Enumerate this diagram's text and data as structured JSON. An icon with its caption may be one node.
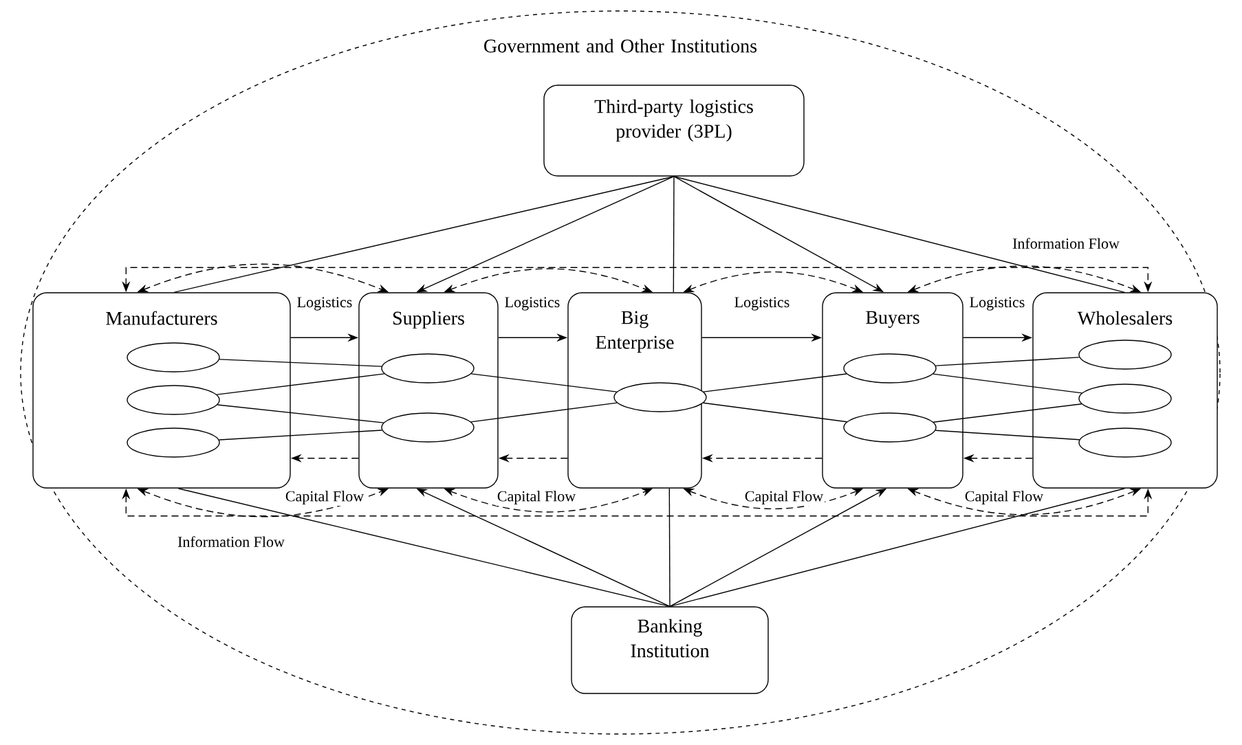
{
  "diagram": {
    "nodes": [
      {
        "text": [
          "Government and Other Institutions"
        ]
      },
      {
        "text": [
          "Third-party logistics provider (3PL)"
        ],
        "in": 0
      },
      {
        "text": [
          "Manufacturers"
        ],
        "in": 0
      },
      {
        "text": [
          "Suppliers"
        ],
        "in": 0
      },
      {
        "text": [
          "Big Enterprise"
        ],
        "in": 0
      },
      {
        "text": [
          "Buyers"
        ],
        "in": 0
      },
      {
        "text": [
          "Wholesalers"
        ],
        "in": 0
      },
      {
        "text": [
          "Banking Institution"
        ],
        "in": 0
      },
      {
        "text": [],
        "shape": "ellipse",
        "in": 2
      },
      {
        "text": [],
        "shape": "ellipse",
        "in": 2
      },
      {
        "text": [],
        "shape": "ellipse",
        "in": 2
      },
      {
        "text": [],
        "shape": "ellipse",
        "in": 3
      },
      {
        "text": [],
        "shape": "ellipse",
        "in": 3
      },
      {
        "text": [],
        "shape": "ellipse",
        "in": 4
      },
      {
        "text": [],
        "shape": "ellipse",
        "in": 5
      },
      {
        "text": [],
        "shape": "ellipse",
        "in": 5
      },
      {
        "text": [],
        "shape": "ellipse",
        "in": 6
      },
      {
        "text": [],
        "shape": "ellipse",
        "in": 6
      },
      {
        "text": [],
        "shape": "ellipse",
        "in": 6
      }
    ],
    "edges": [
      {
        "from": 2,
        "to": 3,
        "arrow": "to",
        "label": "Logistics"
      },
      {
        "from": 3,
        "to": 4,
        "arrow": "to",
        "label": "Logistics"
      },
      {
        "from": 4,
        "to": 5,
        "arrow": "to",
        "label": "Logistics"
      },
      {
        "from": 5,
        "to": 6,
        "arrow": "to",
        "label": "Logistics"
      },
      {
        "from": 3,
        "to": 2,
        "arrow": "to",
        "style": "dashed"
      },
      {
        "from": 4,
        "to": 3,
        "arrow": "to",
        "style": "dashed"
      },
      {
        "from": 5,
        "to": 4,
        "arrow": "to",
        "style": "dashed"
      },
      {
        "from": 6,
        "to": 5,
        "arrow": "to",
        "style": "dashed"
      },
      {
        "from": 2,
        "to": 6,
        "arrow": "both",
        "style": "dashed",
        "label": "Information Flow"
      },
      {
        "from": 2,
        "to": 6,
        "arrow": "both",
        "style": "dashed",
        "label": "Information Flow"
      },
      {
        "from": 2,
        "to": 3,
        "arrow": "both",
        "style": "dashed"
      },
      {
        "from": 3,
        "to": 4,
        "arrow": "both",
        "style": "dashed"
      },
      {
        "from": 4,
        "to": 5,
        "arrow": "both",
        "style": "dashed"
      },
      {
        "from": 5,
        "to": 6,
        "arrow": "both",
        "style": "dashed"
      },
      {
        "from": 2,
        "to": 3,
        "arrow": "both",
        "style": "dashed",
        "label": "Capital Flow"
      },
      {
        "from": 3,
        "to": 4,
        "arrow": "both",
        "style": "dashed",
        "label": "Capital Flow"
      },
      {
        "from": 4,
        "to": 5,
        "arrow": "both",
        "style": "dashed",
        "label": "Capital Flow"
      },
      {
        "from": 5,
        "to": 6,
        "arrow": "both",
        "style": "dashed",
        "label": "Capital Flow"
      },
      {
        "from": 1,
        "to": 2,
        "arrow": "none"
      },
      {
        "from": 1,
        "to": 3,
        "arrow": "to"
      },
      {
        "from": 1,
        "to": 4,
        "arrow": "none"
      },
      {
        "from": 1,
        "to": 5,
        "arrow": "to"
      },
      {
        "from": 1,
        "to": 6,
        "arrow": "none"
      },
      {
        "from": 7,
        "to": 2,
        "arrow": "none"
      },
      {
        "from": 7,
        "to": 3,
        "arrow": "to"
      },
      {
        "from": 7,
        "to": 4,
        "arrow": "none"
      },
      {
        "from": 7,
        "to": 5,
        "arrow": "to"
      },
      {
        "from": 7,
        "to": 6,
        "arrow": "none"
      },
      {
        "from": 8,
        "to": 11,
        "arrow": "none"
      },
      {
        "from": 9,
        "to": 11,
        "arrow": "none"
      },
      {
        "from": 9,
        "to": 12,
        "arrow": "none"
      },
      {
        "from": 10,
        "to": 12,
        "arrow": "none"
      },
      {
        "from": 11,
        "to": 13,
        "arrow": "none"
      },
      {
        "from": 12,
        "to": 13,
        "arrow": "none"
      },
      {
        "from": 13,
        "to": 14,
        "arrow": "none"
      },
      {
        "from": 13,
        "to": 15,
        "arrow": "none"
      },
      {
        "from": 14,
        "to": 16,
        "arrow": "none"
      },
      {
        "from": 14,
        "to": 17,
        "arrow": "none"
      },
      {
        "from": 15,
        "to": 17,
        "arrow": "none"
      },
      {
        "from": 15,
        "to": 18,
        "arrow": "none"
      }
    ]
  }
}
